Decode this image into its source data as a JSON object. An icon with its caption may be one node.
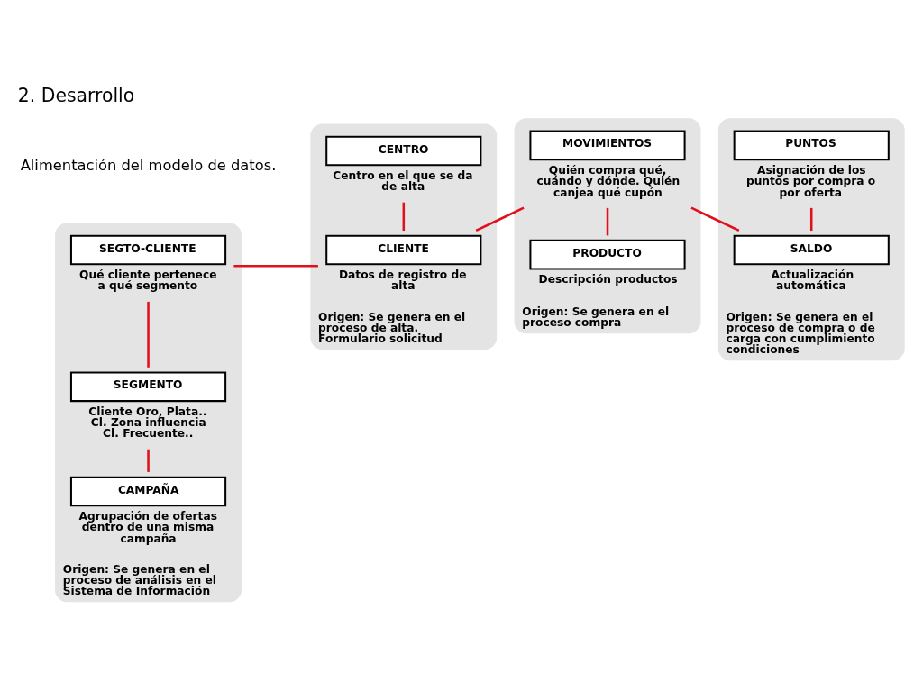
{
  "diagram": {
    "title": "2. Desarrollo",
    "nodes": [
      {
        "text": [
          "Origen: Se genera en el proceso de análisis en el Sistema de Información"
        ]
      },
      {
        "text": [
          "SEGTO-CLIENTE"
        ],
        "in": 0,
        "beside": [
          "Qué cliente pertenece a qué segmento"
        ]
      },
      {
        "text": [
          "SEGMENTO"
        ],
        "in": 0,
        "beside": [
          "Cliente Oro, Plata.. Cl. Zona influencia Cl. Frecuente.."
        ]
      },
      {
        "text": [
          "CAMPAÑA"
        ],
        "in": 0,
        "beside": [
          "Agrupación de ofertas dentro de una misma campaña"
        ]
      },
      {
        "text": [
          "Origen: Se genera en el proceso de alta. Formulario solicitud"
        ]
      },
      {
        "text": [
          "CENTRO"
        ],
        "in": 4,
        "beside": [
          "Centro en el que se da de alta"
        ]
      },
      {
        "text": [
          "CLIENTE"
        ],
        "in": 4,
        "beside": [
          "Datos de registro de alta"
        ]
      },
      {
        "text": [
          "Origen: Se genera en el proceso compra"
        ]
      },
      {
        "text": [
          "MOVIMIENTOS"
        ],
        "in": 7,
        "beside": [
          "Quién compra qué, cuándo y dónde. Quién canjea qué cupón"
        ]
      },
      {
        "text": [
          "PRODUCTO"
        ],
        "in": 7,
        "beside": [
          "Descripción productos"
        ]
      },
      {
        "text": [
          "Origen: Se genera en el proceso de compra o de carga con cumplimiento condiciones"
        ]
      },
      {
        "text": [
          "PUNTOS"
        ],
        "in": 10,
        "beside": [
          "Asignación de los puntos por compra o por oferta"
        ]
      },
      {
        "text": [
          "SALDO"
        ],
        "in": 10,
        "beside": [
          "Actualización automática"
        ]
      }
    ],
    "edges": [
      {
        "from": 1,
        "to": 2,
        "arrow": "none"
      },
      {
        "from": 2,
        "to": 3,
        "arrow": "none"
      },
      {
        "from": 1,
        "to": 6,
        "arrow": "none"
      },
      {
        "from": 5,
        "to": 6,
        "arrow": "none"
      },
      {
        "from": 6,
        "to": 8,
        "arrow": "none"
      },
      {
        "from": 8,
        "to": 9,
        "arrow": "none"
      },
      {
        "from": 8,
        "to": 12,
        "arrow": "none"
      },
      {
        "from": 11,
        "to": 12,
        "arrow": "none"
      }
    ],
    "labels": [
      "Alimentación del modelo de datos."
    ]
  }
}
